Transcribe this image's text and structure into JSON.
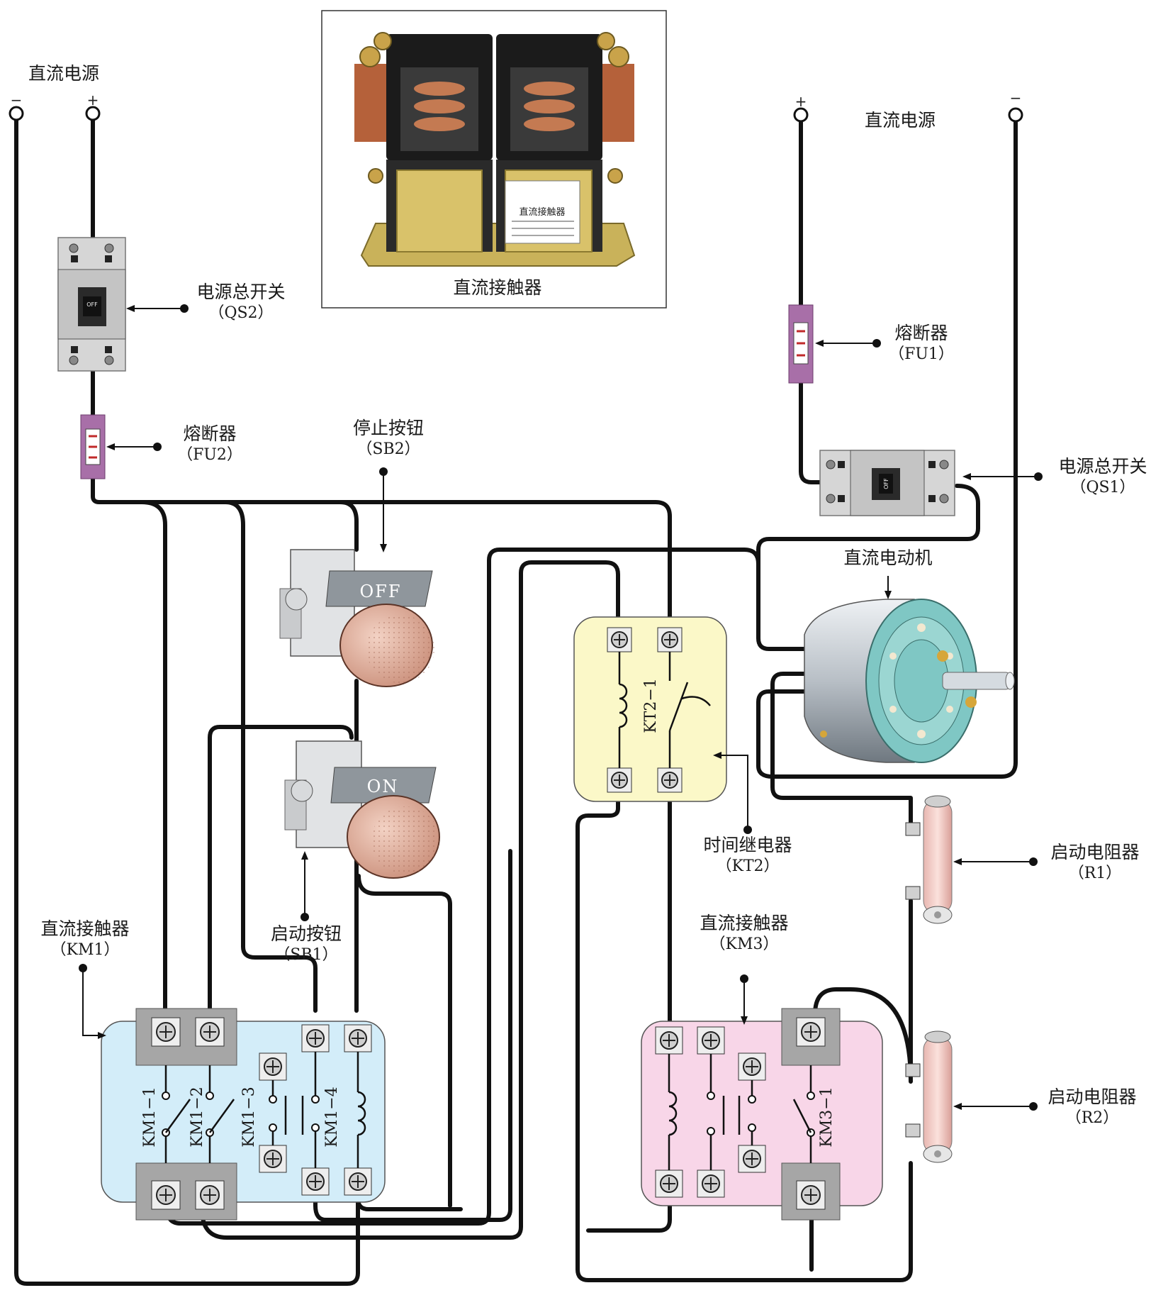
{
  "photo": {
    "caption": "直流接触器",
    "plate_title": "直流接触器"
  },
  "power_left": {
    "title": "直流电源",
    "minus": "−",
    "plus": "+"
  },
  "power_right": {
    "title": "直流电源",
    "plus": "+",
    "minus": "−"
  },
  "qs2": {
    "name": "电源总开关",
    "code": "（QS2）",
    "state": "OFF"
  },
  "qs1": {
    "name": "电源总开关",
    "code": "（QS1）",
    "state": "OFF"
  },
  "fu2": {
    "name": "熔断器",
    "code": "（FU2）"
  },
  "fu1": {
    "name": "熔断器",
    "code": "（FU1）"
  },
  "sb2": {
    "name": "停止按钮",
    "code": "（SB2）",
    "cap": "OFF"
  },
  "sb1": {
    "name": "启动按钮",
    "code": "（SB1）",
    "cap": "ON"
  },
  "motor": {
    "name": "直流电动机"
  },
  "kt2": {
    "name": "时间继电器",
    "code": "（KT2）",
    "contact": "KT2−1"
  },
  "km1": {
    "name": "直流接触器",
    "code": "（KM1）",
    "contacts": [
      "KM1−1",
      "KM1−2",
      "KM1−3",
      "KM1−4"
    ]
  },
  "km3": {
    "name": "直流接触器",
    "code": "（KM3）",
    "contact": "KM3−1"
  },
  "r1": {
    "name": "启动电阻器",
    "code": "（R1）"
  },
  "r2": {
    "name": "启动电阻器",
    "code": "（R2）"
  },
  "colors": {
    "km1_body": "#d3edf9",
    "km3_body": "#f8d6e8",
    "kt2_body": "#fbf8c8",
    "fuse": "#a86fa8",
    "wire": "#111111"
  }
}
